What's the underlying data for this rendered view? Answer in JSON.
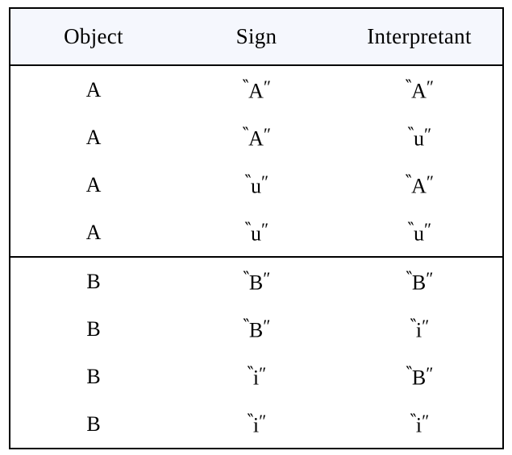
{
  "table": {
    "columns": [
      "Object",
      "Sign",
      "Interpretant"
    ],
    "quote_open": "‶",
    "quote_close": "″",
    "header_background": "#f5f7fd",
    "body_background": "#ffffff",
    "rule_color": "#000000",
    "groups": [
      {
        "name": "group-a",
        "rows": [
          {
            "object": "A",
            "sign": "A",
            "interpretant": "A"
          },
          {
            "object": "A",
            "sign": "A",
            "interpretant": "u"
          },
          {
            "object": "A",
            "sign": "u",
            "interpretant": "A"
          },
          {
            "object": "A",
            "sign": "u",
            "interpretant": "u"
          }
        ]
      },
      {
        "name": "group-b",
        "rows": [
          {
            "object": "B",
            "sign": "B",
            "interpretant": "B"
          },
          {
            "object": "B",
            "sign": "B",
            "interpretant": "i"
          },
          {
            "object": "B",
            "sign": "i",
            "interpretant": "B"
          },
          {
            "object": "B",
            "sign": "i",
            "interpretant": "i"
          }
        ]
      }
    ]
  }
}
